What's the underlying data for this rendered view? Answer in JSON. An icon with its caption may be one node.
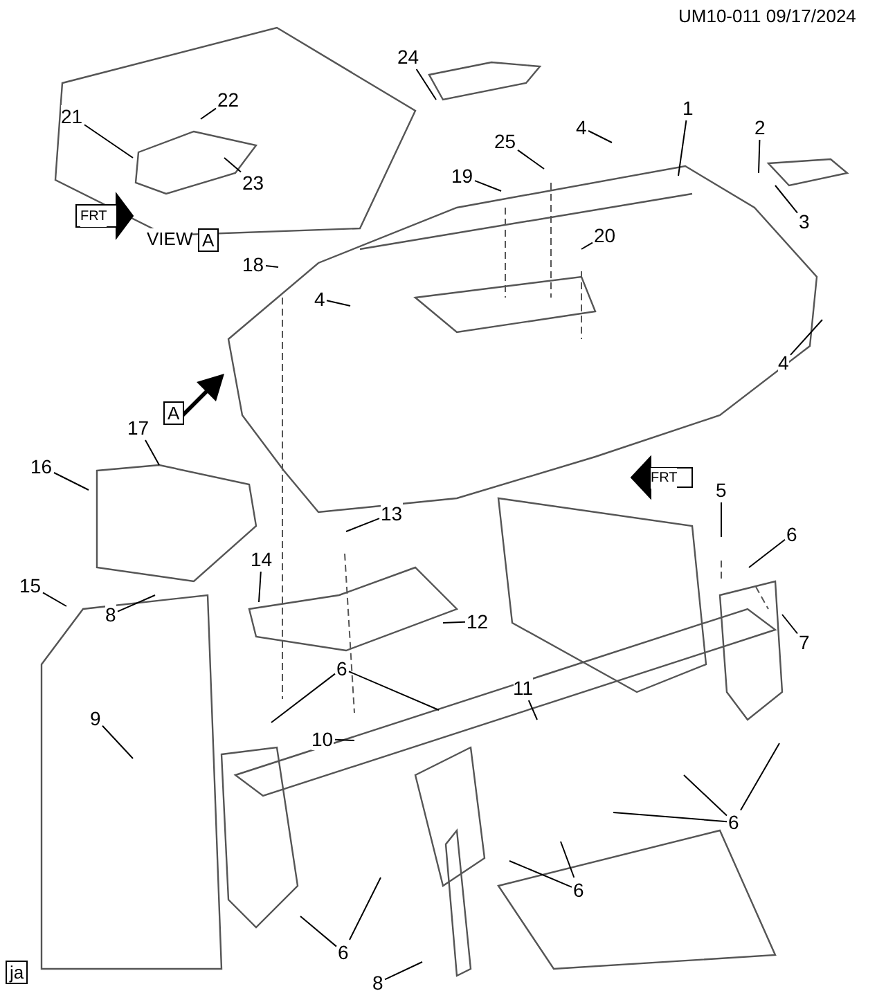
{
  "diagram": {
    "nodes": [
      {
        "text": [
          "1"
        ]
      },
      {
        "text": [
          "2"
        ]
      },
      {
        "text": [
          "3"
        ]
      },
      {
        "text": [
          "4"
        ]
      },
      {
        "text": [
          "25"
        ]
      },
      {
        "text": [
          "19"
        ]
      },
      {
        "text": [
          "24"
        ]
      },
      {
        "text": [
          "20"
        ]
      },
      {
        "text": [
          "18"
        ]
      },
      {
        "text": [
          "4"
        ]
      },
      {
        "text": [
          "4"
        ]
      },
      {
        "text": [
          "21"
        ]
      },
      {
        "text": [
          "22"
        ]
      },
      {
        "text": [
          "23"
        ]
      },
      {
        "text": [
          "17"
        ]
      },
      {
        "text": [
          "16"
        ]
      },
      {
        "text": [
          "5"
        ]
      },
      {
        "text": [
          "6"
        ]
      },
      {
        "text": [
          "7"
        ]
      },
      {
        "text": [
          "13"
        ]
      },
      {
        "text": [
          "14"
        ]
      },
      {
        "text": [
          "15"
        ]
      },
      {
        "text": [
          "8"
        ]
      },
      {
        "text": [
          "12"
        ]
      },
      {
        "text": [
          "11"
        ]
      },
      {
        "text": [
          "6"
        ]
      },
      {
        "text": [
          "9"
        ]
      },
      {
        "text": [
          "10"
        ]
      },
      {
        "text": [
          "6"
        ]
      },
      {
        "text": [
          "6"
        ]
      },
      {
        "text": [
          "6"
        ]
      },
      {
        "text": [
          "8"
        ]
      }
    ],
    "edges": [
      {
        "from": 0,
        "to": null,
        "arrow": "none"
      },
      {
        "from": 1,
        "to": null,
        "arrow": "none"
      },
      {
        "from": 2,
        "to": null,
        "arrow": "none"
      },
      {
        "from": 3,
        "to": null,
        "arrow": "none"
      },
      {
        "from": 4,
        "to": null,
        "arrow": "none"
      },
      {
        "from": 5,
        "to": null,
        "arrow": "none"
      },
      {
        "from": 6,
        "to": null,
        "arrow": "none"
      },
      {
        "from": 7,
        "to": null,
        "arrow": "none"
      },
      {
        "from": 8,
        "to": null,
        "arrow": "none"
      },
      {
        "from": 9,
        "to": null,
        "arrow": "none"
      },
      {
        "from": 10,
        "to": null,
        "arrow": "none"
      },
      {
        "from": 11,
        "to": null,
        "arrow": "none"
      },
      {
        "from": 12,
        "to": null,
        "arrow": "none"
      },
      {
        "from": 13,
        "to": null,
        "arrow": "none"
      },
      {
        "from": 14,
        "to": null,
        "arrow": "none"
      },
      {
        "from": 15,
        "to": null,
        "arrow": "none"
      },
      {
        "from": 16,
        "to": null,
        "arrow": "none"
      },
      {
        "from": 17,
        "to": null,
        "arrow": "none"
      },
      {
        "from": 18,
        "to": null,
        "arrow": "none"
      },
      {
        "from": 19,
        "to": null,
        "arrow": "none"
      },
      {
        "from": 20,
        "to": null,
        "arrow": "none"
      },
      {
        "from": 21,
        "to": null,
        "arrow": "none"
      },
      {
        "from": 22,
        "to": null,
        "arrow": "none"
      },
      {
        "from": 23,
        "to": null,
        "arrow": "none"
      },
      {
        "from": 24,
        "to": null,
        "arrow": "none"
      },
      {
        "from": 25,
        "to": null,
        "arrow": "none"
      },
      {
        "from": 25,
        "to": null,
        "arrow": "none"
      },
      {
        "from": 26,
        "to": null,
        "arrow": "none"
      },
      {
        "from": 27,
        "to": null,
        "arrow": "none"
      },
      {
        "from": 28,
        "to": null,
        "arrow": "none"
      },
      {
        "from": 28,
        "to": null,
        "arrow": "none"
      },
      {
        "from": 28,
        "to": null,
        "arrow": "none"
      },
      {
        "from": 29,
        "to": null,
        "arrow": "none"
      },
      {
        "from": 29,
        "to": null,
        "arrow": "none"
      },
      {
        "from": 30,
        "to": null,
        "arrow": "none"
      },
      {
        "from": 30,
        "to": null,
        "arrow": "none"
      },
      {
        "from": 31,
        "to": null,
        "arrow": "none"
      }
    ],
    "labels": [
      "UM10-011  09/17/2024",
      "FRT",
      "VIEW",
      "A",
      "A",
      "FRT",
      "ja"
    ]
  }
}
